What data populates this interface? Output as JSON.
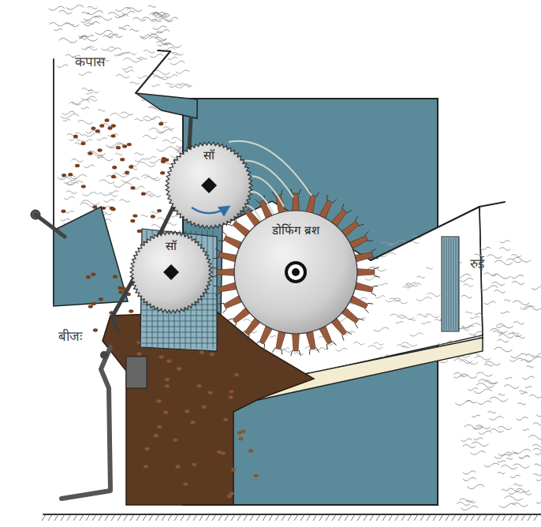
{
  "diagram": {
    "nodes": [
      {
        "text": [
          "सॉ"
        ]
      },
      {
        "text": [
          "सॉ"
        ]
      },
      {
        "text": [
          "डोफिंग ब्रश"
        ]
      }
    ],
    "labels": [
      "कपास",
      "रुई",
      "बीजः"
    ]
  }
}
